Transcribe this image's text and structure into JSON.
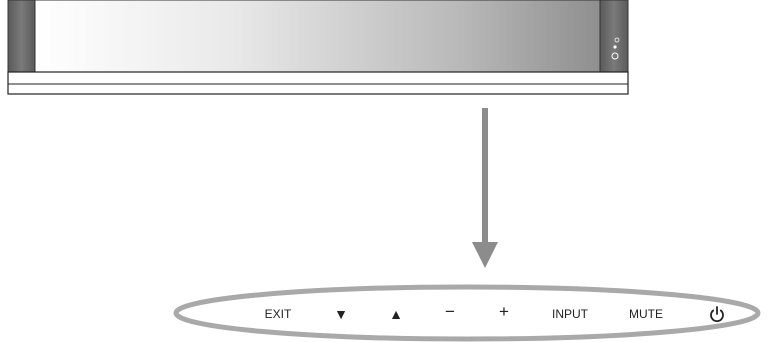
{
  "monitor": {
    "indicators": [
      "power-led",
      "remote-sensor"
    ]
  },
  "control_panel": {
    "buttons": [
      {
        "id": "exit",
        "label": "EXIT"
      },
      {
        "id": "down",
        "label": "▼"
      },
      {
        "id": "up",
        "label": "▲"
      },
      {
        "id": "minus",
        "label": "−"
      },
      {
        "id": "plus",
        "label": "+"
      },
      {
        "id": "input",
        "label": "INPUT"
      },
      {
        "id": "mute",
        "label": "MUTE"
      },
      {
        "id": "power",
        "label": "",
        "icon": "power-icon"
      }
    ]
  },
  "colors": {
    "bezel": "#6b6b6b",
    "arrow": "#8c8c8c",
    "oval_stroke": "#a9a9a9",
    "text": "#222222"
  }
}
